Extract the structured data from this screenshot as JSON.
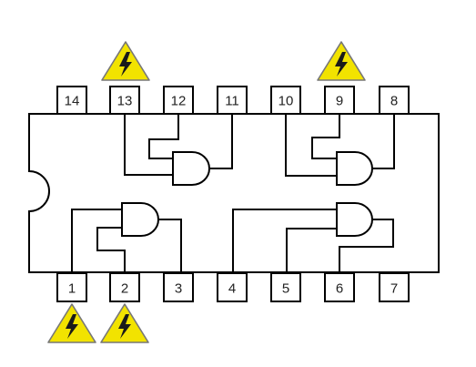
{
  "chip": {
    "top_pins": [
      "14",
      "13",
      "12",
      "11",
      "10",
      "9",
      "8"
    ],
    "bottom_pins": [
      "1",
      "2",
      "3",
      "4",
      "5",
      "6",
      "7"
    ]
  },
  "gates": [
    {
      "id": "gate-a",
      "type": "AND",
      "inputs": [
        "12",
        "13"
      ],
      "output": "11"
    },
    {
      "id": "gate-b",
      "type": "AND",
      "inputs": [
        "9",
        "10"
      ],
      "output": "8"
    },
    {
      "id": "gate-c",
      "type": "AND",
      "inputs": [
        "1",
        "2"
      ],
      "output": "3"
    },
    {
      "id": "gate-d",
      "type": "AND",
      "inputs": [
        "4",
        "5"
      ],
      "output": "6"
    }
  ],
  "warnings": {
    "pins_marked": [
      "13",
      "9",
      "1",
      "2"
    ],
    "icon": "high-voltage-warning-icon",
    "color": "#f2e300"
  },
  "colors": {
    "outline": "#000000",
    "warning_fill": "#f2e300",
    "background": "#ffffff"
  }
}
